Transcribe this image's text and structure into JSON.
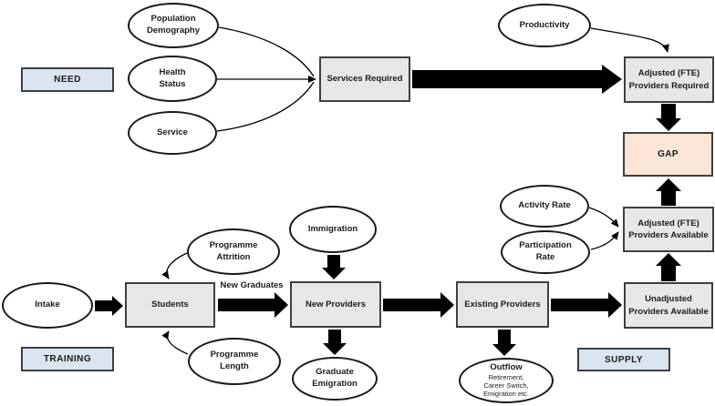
{
  "colors": {
    "background": "#ffffff",
    "text": "#1c1c1c",
    "section_fill": "#dbe5f1",
    "process_fill": "#e8e7e7",
    "gap_fill": "#fbe5d6",
    "border_dark": "#3f3f3f",
    "ellipse_border": "#1a1a1a",
    "arrow": "#000000"
  },
  "sections": {
    "need": "NEED",
    "training": "TRAINING",
    "supply": "SUPPLY"
  },
  "nodes": {
    "population_demography": "Population\nDemography",
    "health_status": "Health\nStatus",
    "service": "Service",
    "services_required": "Services Required",
    "productivity": "Productivity",
    "adjusted_fte_providers_required": "Adjusted (FTE)\nProviders Required",
    "gap": "GAP",
    "activity_rate": "Activity Rate",
    "participation_rate": "Participation\nRate",
    "adjusted_fte_providers_available": "Adjusted (FTE)\nProviders Available",
    "unadjusted_providers_available": "Unadjusted\nProviders Available",
    "intake": "Intake",
    "students": "Students",
    "programme_attrition": "Programme\nAttrition",
    "programme_length": "Programme\nLength",
    "immigration": "Immigration",
    "new_providers": "New Providers",
    "graduate_emigration": "Graduate\nEmigration",
    "existing_providers": "Existing Providers",
    "outflow_title": "Outflow",
    "outflow_detail": "Retirement,\nCareer Switch,\nEmigration etc."
  },
  "flow_labels": {
    "new_graduates": "New Graduates"
  }
}
